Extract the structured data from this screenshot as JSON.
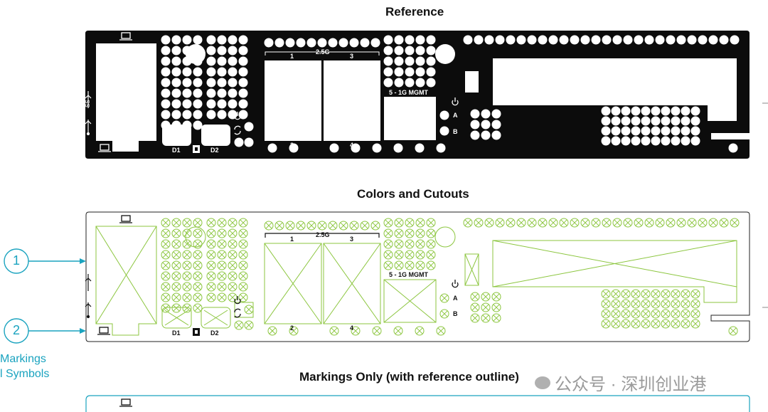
{
  "sections": {
    "reference_title": "Reference",
    "colors_title": "Colors and Cutouts",
    "markings_title": "Markings Only (with reference outline)"
  },
  "labels": {
    "speed_25g": "2.5G",
    "port1": "1",
    "port2": "2",
    "port3": "3",
    "port4": "4",
    "mgmt": "5 - 1G  MGMT",
    "d1": "D1",
    "d2": "D2",
    "a": "A",
    "b": "B"
  },
  "legend": {
    "callout1": "1",
    "callout2": "2",
    "line1": "Markings",
    "line2": "l Symbols"
  },
  "watermark": "公众号 · 深圳创业港",
  "colors": {
    "plate": "#0c0c0c",
    "cutout_outline": "#8cc63f",
    "callout": "#1aa3bf"
  },
  "icons": [
    "laptop-icon",
    "usb-icon",
    "usb-ss-icon",
    "power-icon",
    "sync-icon",
    "displayport-icon"
  ]
}
